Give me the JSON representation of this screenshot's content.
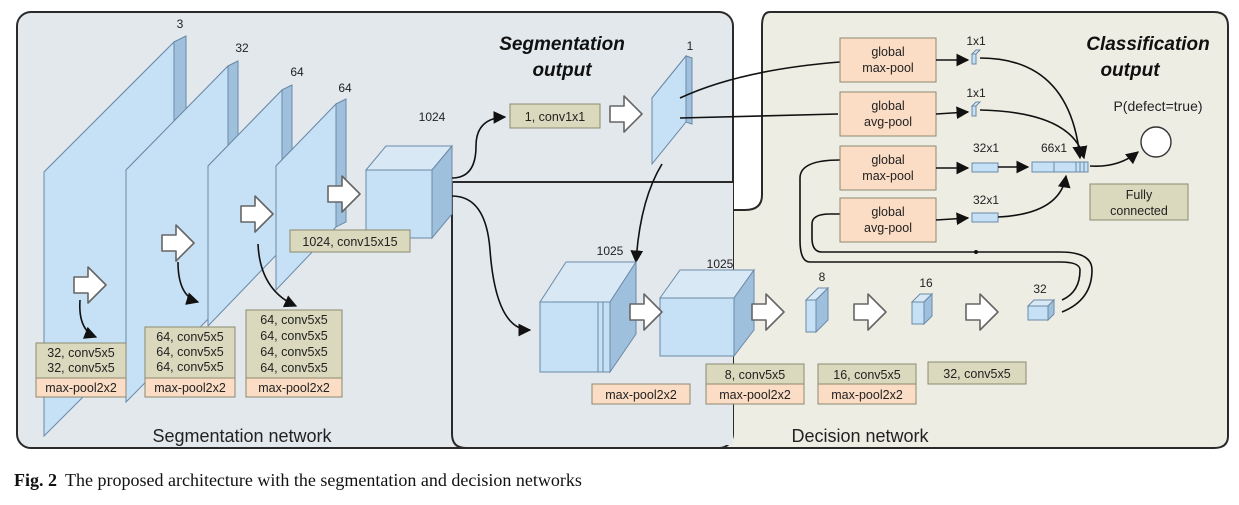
{
  "seg_panel": {
    "title": "Segmentation network",
    "output_title_1": "Segmentation",
    "output_title_2": "output"
  },
  "dec_panel": {
    "title": "Decision network",
    "output_title_1": "Classification",
    "output_title_2": "output"
  },
  "seg_dims": {
    "d1": "3",
    "d2": "32",
    "d3": "64",
    "d4": "64",
    "d5": "1024",
    "out": "1"
  },
  "seg_boxes": {
    "b1": [
      "32, conv5x5",
      "32, conv5x5"
    ],
    "b1_pool": "max-pool2x2",
    "b2": [
      "64, conv5x5",
      "64, conv5x5",
      "64, conv5x5"
    ],
    "b2_pool": "max-pool2x2",
    "b3": [
      "64, conv5x5",
      "64, conv5x5",
      "64, conv5x5",
      "64, conv5x5"
    ],
    "b3_pool": "max-pool2x2",
    "b4": "1024, conv15x15",
    "b5": "1, conv1x1"
  },
  "dec_dims": {
    "d1": "1025",
    "d2": "1025",
    "d3": "8",
    "d4": "16",
    "d5": "32"
  },
  "dec_boxes": {
    "pool1": "max-pool2x2",
    "c1": "8, conv5x5",
    "pool2": "max-pool2x2",
    "c2": "16, conv5x5",
    "pool3": "max-pool2x2",
    "c3": "32, conv5x5"
  },
  "pool_boxes": {
    "p1": [
      "global",
      "max-pool"
    ],
    "p2": [
      "global",
      "avg-pool"
    ],
    "p3": [
      "global",
      "max-pool"
    ],
    "p4": [
      "global",
      "avg-pool"
    ]
  },
  "vec_dims": {
    "v1": "1x1",
    "v2": "1x1",
    "v3": "32x1",
    "v4": "32x1",
    "concat": "66x1"
  },
  "fc": [
    "Fully",
    "connected"
  ],
  "output_label": "P(defect=true)",
  "caption": {
    "label": "Fig. 2",
    "text": "The proposed architecture with the segmentation and decision networks"
  },
  "colors": {
    "panel_seg": "#e2e8ec",
    "panel_dec": "#eeede4",
    "box_green": "#dbd9bd",
    "box_pink": "#fbdcc4",
    "block": "#c6e0f5"
  }
}
